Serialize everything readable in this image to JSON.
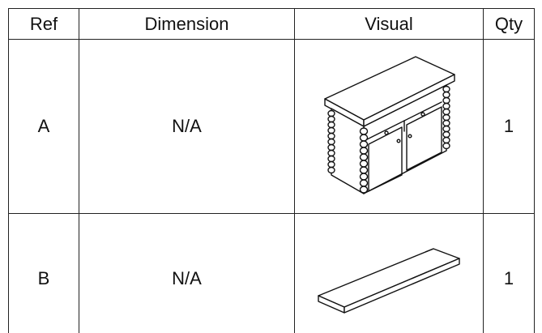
{
  "table": {
    "headers": {
      "ref": "Ref",
      "dimension": "Dimension",
      "visual": "Visual",
      "qty": "Qty"
    },
    "rows": [
      {
        "ref": "A",
        "dimension": "N/A",
        "visual_icon": "sideboard-cabinet-icon",
        "qty": "1"
      },
      {
        "ref": "B",
        "dimension": "N/A",
        "visual_icon": "shelf-board-icon",
        "qty": "1"
      }
    ]
  }
}
